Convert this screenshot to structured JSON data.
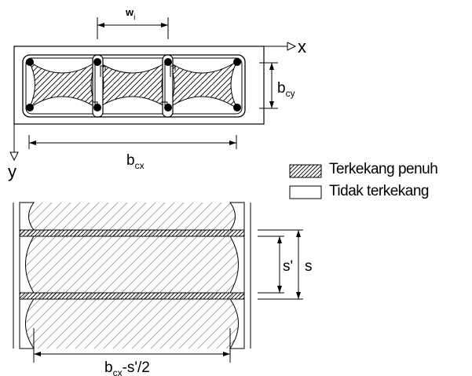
{
  "plan_view": {
    "wi_label": "w",
    "wi_sub": "i",
    "x_axis_label": "x",
    "y_axis_label": "y",
    "bcy_main": "b",
    "bcy_sub": "cy",
    "bcx_main": "b",
    "bcx_sub": "cx"
  },
  "elevation_view": {
    "s_prime_label": "s'",
    "s_label": "s",
    "bottom_main": "b",
    "bottom_sub": "cx",
    "bottom_suffix": "-s'/2"
  },
  "legend": {
    "confined_label": "Terkekang penuh",
    "unconfined_label": "Tidak terkekang"
  }
}
